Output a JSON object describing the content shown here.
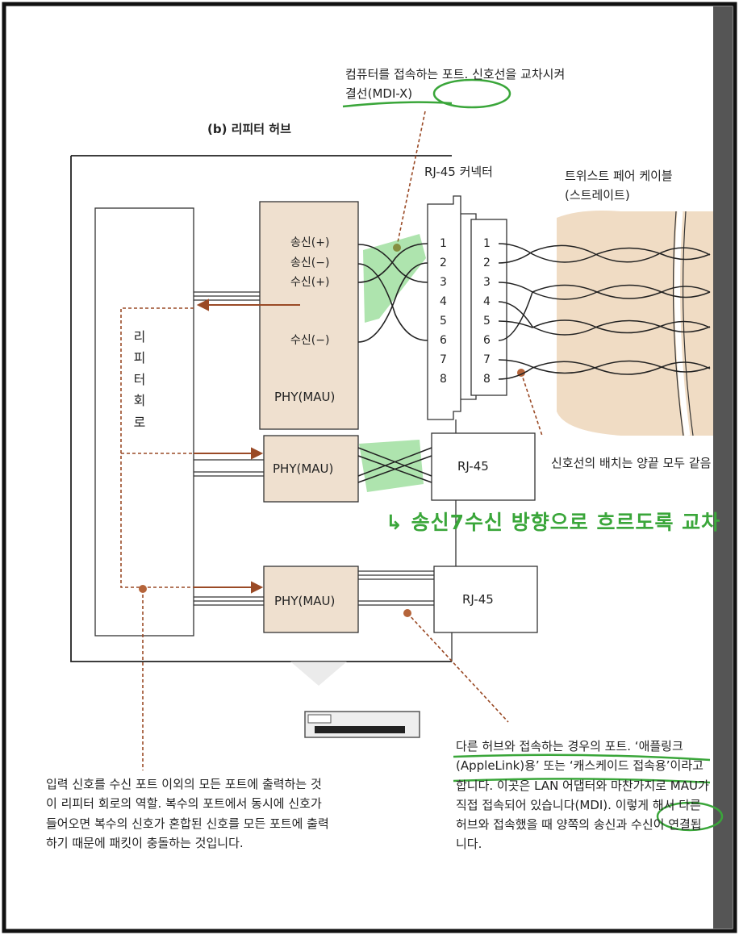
{
  "title": "(b) 리피터 허브",
  "annotations": {
    "mdix": "컴퓨터를 접속하는 포트. 신호선을 교차시켜 결선(MDI-X)",
    "rj45_connector": "RJ-45 커넥터",
    "cable": "트위스트 페어 케이블(스트레이트)",
    "wire_layout": "신호선의 배치는 양끝 모두 같음",
    "repeater_role": "입력 신호를 수신 포트 이외의 모든 포트에 출력하는 것이 리피터 회로의 역할. 복수의 포트에서 동시에 신호가 들어오면 복수의 신호가 혼합된 신호를 모든 포트에 출력하기 때문에 패킷이 충돌하는 것입니다.",
    "uplink": "다른 허브와 접속하는 경우의 포트. ‘애플링크(AppleLink)용’ 또는 ‘캐스케이드 접속용’이라고 합니다. 이곳은 LAN 어댑터와 마찬가지로 MAU가 직접 접속되어 있습니다(MDI). 이렇게 해서 다른 허브와 접속했을 때 양쪽의 송신과 수신이 연결됩니다."
  },
  "handwritten": "↳ 송신7수신 방향으로 흐르도록 교차",
  "repeater": {
    "label": "리피터 회로"
  },
  "phy": {
    "top": {
      "label": "PHY(MAU)",
      "signals": [
        "송신(+)",
        "송신(−)",
        "수신(+)",
        "수신(−)"
      ]
    },
    "middle": {
      "label": "PHY(MAU)"
    },
    "bottom": {
      "label": "PHY(MAU)"
    }
  },
  "rj45": {
    "middle": "RJ-45",
    "bottom": "RJ-45"
  },
  "pins": [
    "1",
    "2",
    "3",
    "4",
    "5",
    "6",
    "7",
    "8"
  ],
  "colors": {
    "phy_fill": "#efe0cf",
    "cable_fill": "#f0dcc4",
    "arrow": "#9a4a26",
    "dot": "#b5643a",
    "highlight": "#4cc34c"
  }
}
